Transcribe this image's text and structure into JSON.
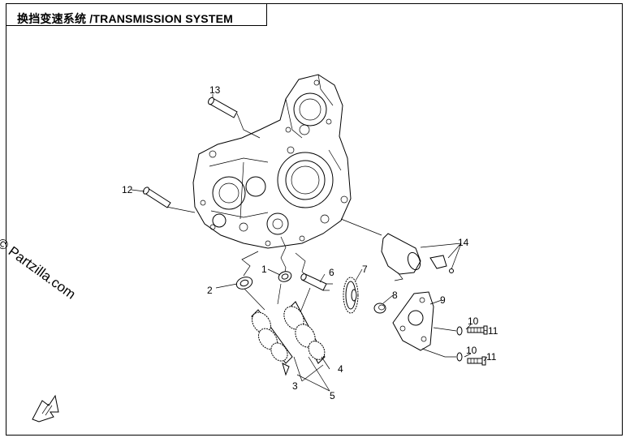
{
  "header": {
    "title": "换挡变速系统 /TRANSMISSION SYSTEM"
  },
  "watermark": "© Partzilla.com",
  "callouts": [
    "1",
    "2",
    "3",
    "4",
    "5",
    "6",
    "7",
    "8",
    "9",
    "10",
    "10",
    "11",
    "11",
    "12",
    "13",
    "14"
  ],
  "colors": {
    "line": "#000000",
    "background": "#ffffff"
  },
  "icons": {
    "direction": "front-arrow-icon"
  }
}
